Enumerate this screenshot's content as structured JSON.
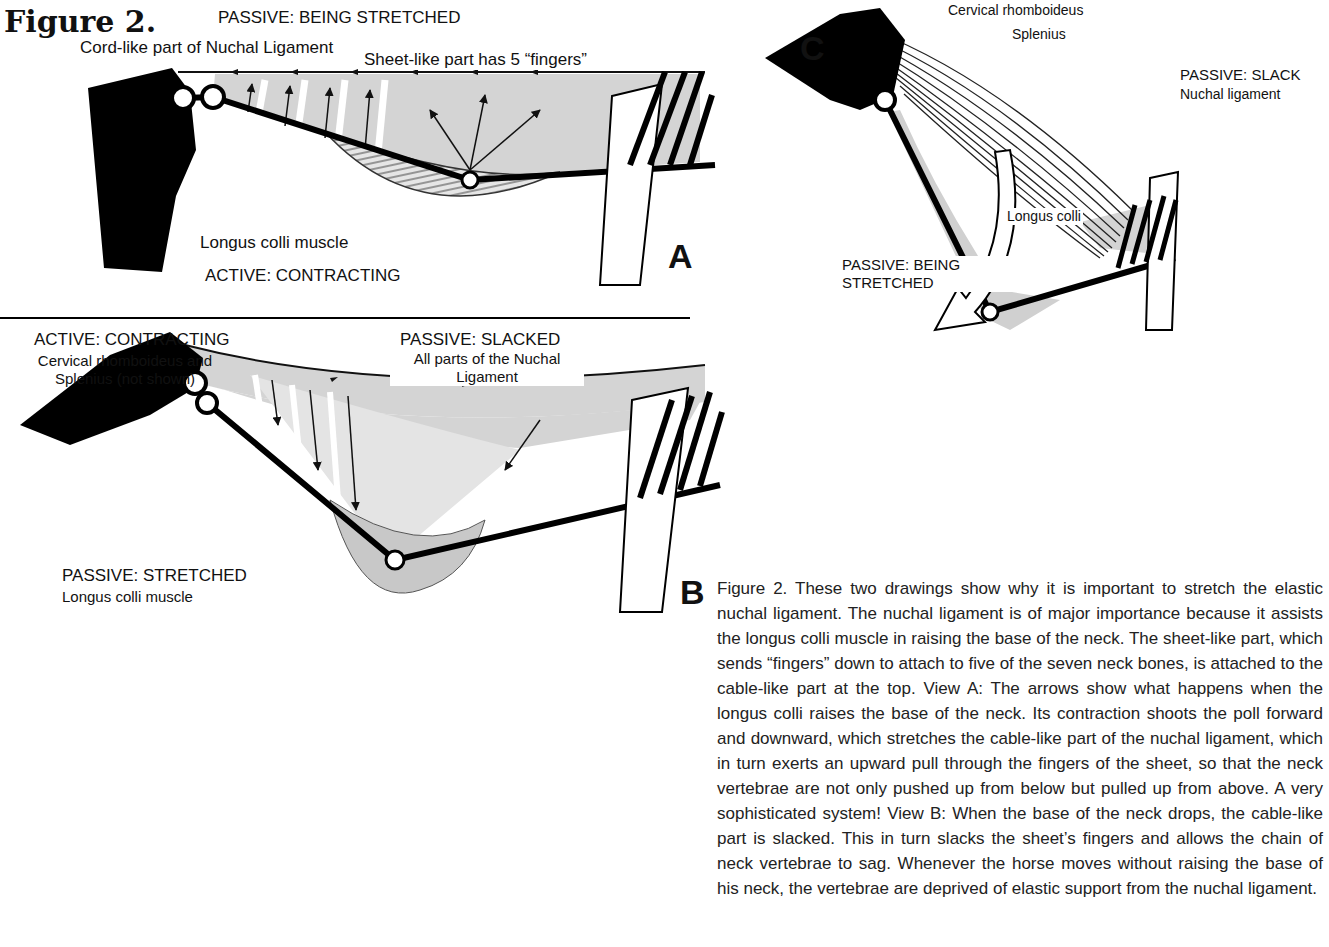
{
  "diagram": {
    "title": "Figure 2.",
    "caption": "Figure 2. These two drawings show why it is important to stretch the elastic nuchal ligament. The nuchal ligament is of major importance because it assists the longus colli muscle in raising the base of the neck. The sheet-like part, which sends “fingers” down to attach to five of the seven neck bones, is attached to the cable-like part at the top. View A: The arrows show what happens when the longus colli raises the base of the neck. Its contraction shoots the poll forward and downward, which stretches the cable-like part of the nuchal ligament, which in turn exerts an upward pull through the fingers of the sheet, so that the neck vertebrae are not only pushed up from below but pulled up from above. A very sophisticated system! View B: When the base of the neck drops, the cable-like part is slacked. This in turn slacks the sheet’s fingers and allows the chain of neck vertebrae to sag. Whenever the horse moves without raising the base of his neck, the vertebrae are deprived of elastic support from the nuchal ligament.",
    "labels": [
      "PASSIVE: BEING STRETCHED",
      "Cord-like part of Nuchal Ligament",
      "Sheet-like part has 5 “fingers”",
      "Longus colli muscle",
      "ACTIVE: CONTRACTING",
      "A",
      "ACTIVE: CONTRACTING",
      "Cervical rhomboideus and Splenius (not shown)",
      "PASSIVE: SLACKED",
      "All parts of the Nuchal Ligament",
      "PASSIVE: STRETCHED",
      "Longus colli muscle",
      "B",
      "C",
      "Cervical rhomboideus",
      "Splenius",
      "PASSIVE: SLACK",
      "Nuchal ligament",
      "Longus colli",
      "PASSIVE: BEING STRETCHED"
    ]
  }
}
